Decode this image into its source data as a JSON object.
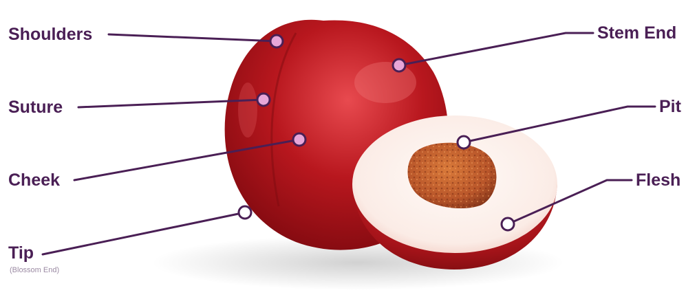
{
  "diagram": {
    "callouts": [
      {
        "id": "shoulders",
        "label": "Shoulders"
      },
      {
        "id": "suture",
        "label": "Suture"
      },
      {
        "id": "cheek",
        "label": "Cheek"
      },
      {
        "id": "tip",
        "label": "Tip",
        "sublabel": "(Blossom End)"
      },
      {
        "id": "stem-end",
        "label": "Stem End"
      },
      {
        "id": "pit",
        "label": "Pit"
      },
      {
        "id": "flesh",
        "label": "Flesh"
      }
    ],
    "colors": {
      "label_text": "#4a1f55",
      "leader_line": "#4a1f55",
      "marker_fill": "#e8a6d8",
      "marker_stroke": "#ffffff",
      "fruit_skin": "#b0141c",
      "fruit_highlight": "#e0444a",
      "flesh": "#fbf1ec",
      "pit": "#c0602a"
    }
  }
}
